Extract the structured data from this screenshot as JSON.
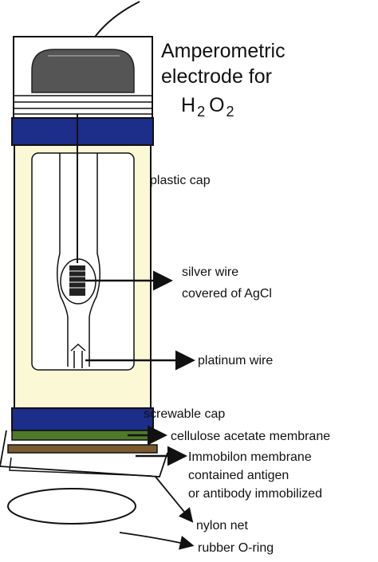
{
  "title": {
    "line1": "Amperometric",
    "line2": "electrode for",
    "line3_base": "H",
    "line3_sub1": "2",
    "line3_mid": "O",
    "line3_sub2": "2"
  },
  "labels": {
    "plastic_cap": "plastic cap",
    "silver_wire_1": "silver wire",
    "silver_wire_2": "covered of AgCl",
    "platinum_wire": "platinum wire",
    "screwable_cap": "screwable cap",
    "cellulose": "cellulose acetate membrane",
    "immobilon_1": "Immobilon membrane",
    "immobilon_2": "contained antigen",
    "immobilon_3": "or antibody immobilized",
    "nylon": "nylon net",
    "oring": "rubber O-ring"
  },
  "colors": {
    "body_fill": "#fbf8d6",
    "cap_band": "#1c2d8a",
    "top_knob": "#555555",
    "cellulose_band": "#4e7a2a",
    "immobilon_band": "#7a5a2e",
    "outline": "#111111"
  }
}
